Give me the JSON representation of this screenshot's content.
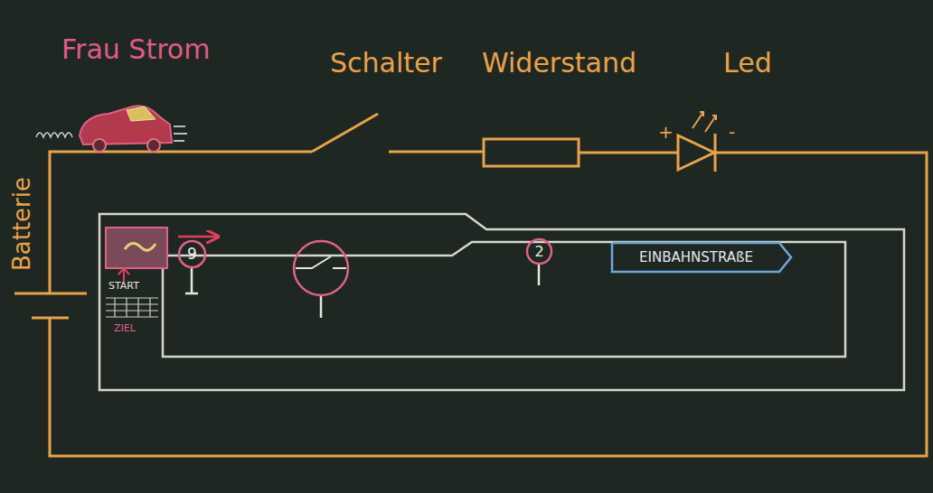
{
  "diagram": {
    "nodes": [
      {
        "text": [
          "9"
        ]
      },
      {
        "text": [
          "2"
        ]
      },
      {
        "text": [
          "EINBAHNSTRAßE"
        ]
      }
    ],
    "labels": [
      "Frau Strom",
      "Schalter",
      "Widerstand",
      "Led",
      "Batterie",
      "+",
      "-",
      "START",
      "ZIEL"
    ]
  }
}
